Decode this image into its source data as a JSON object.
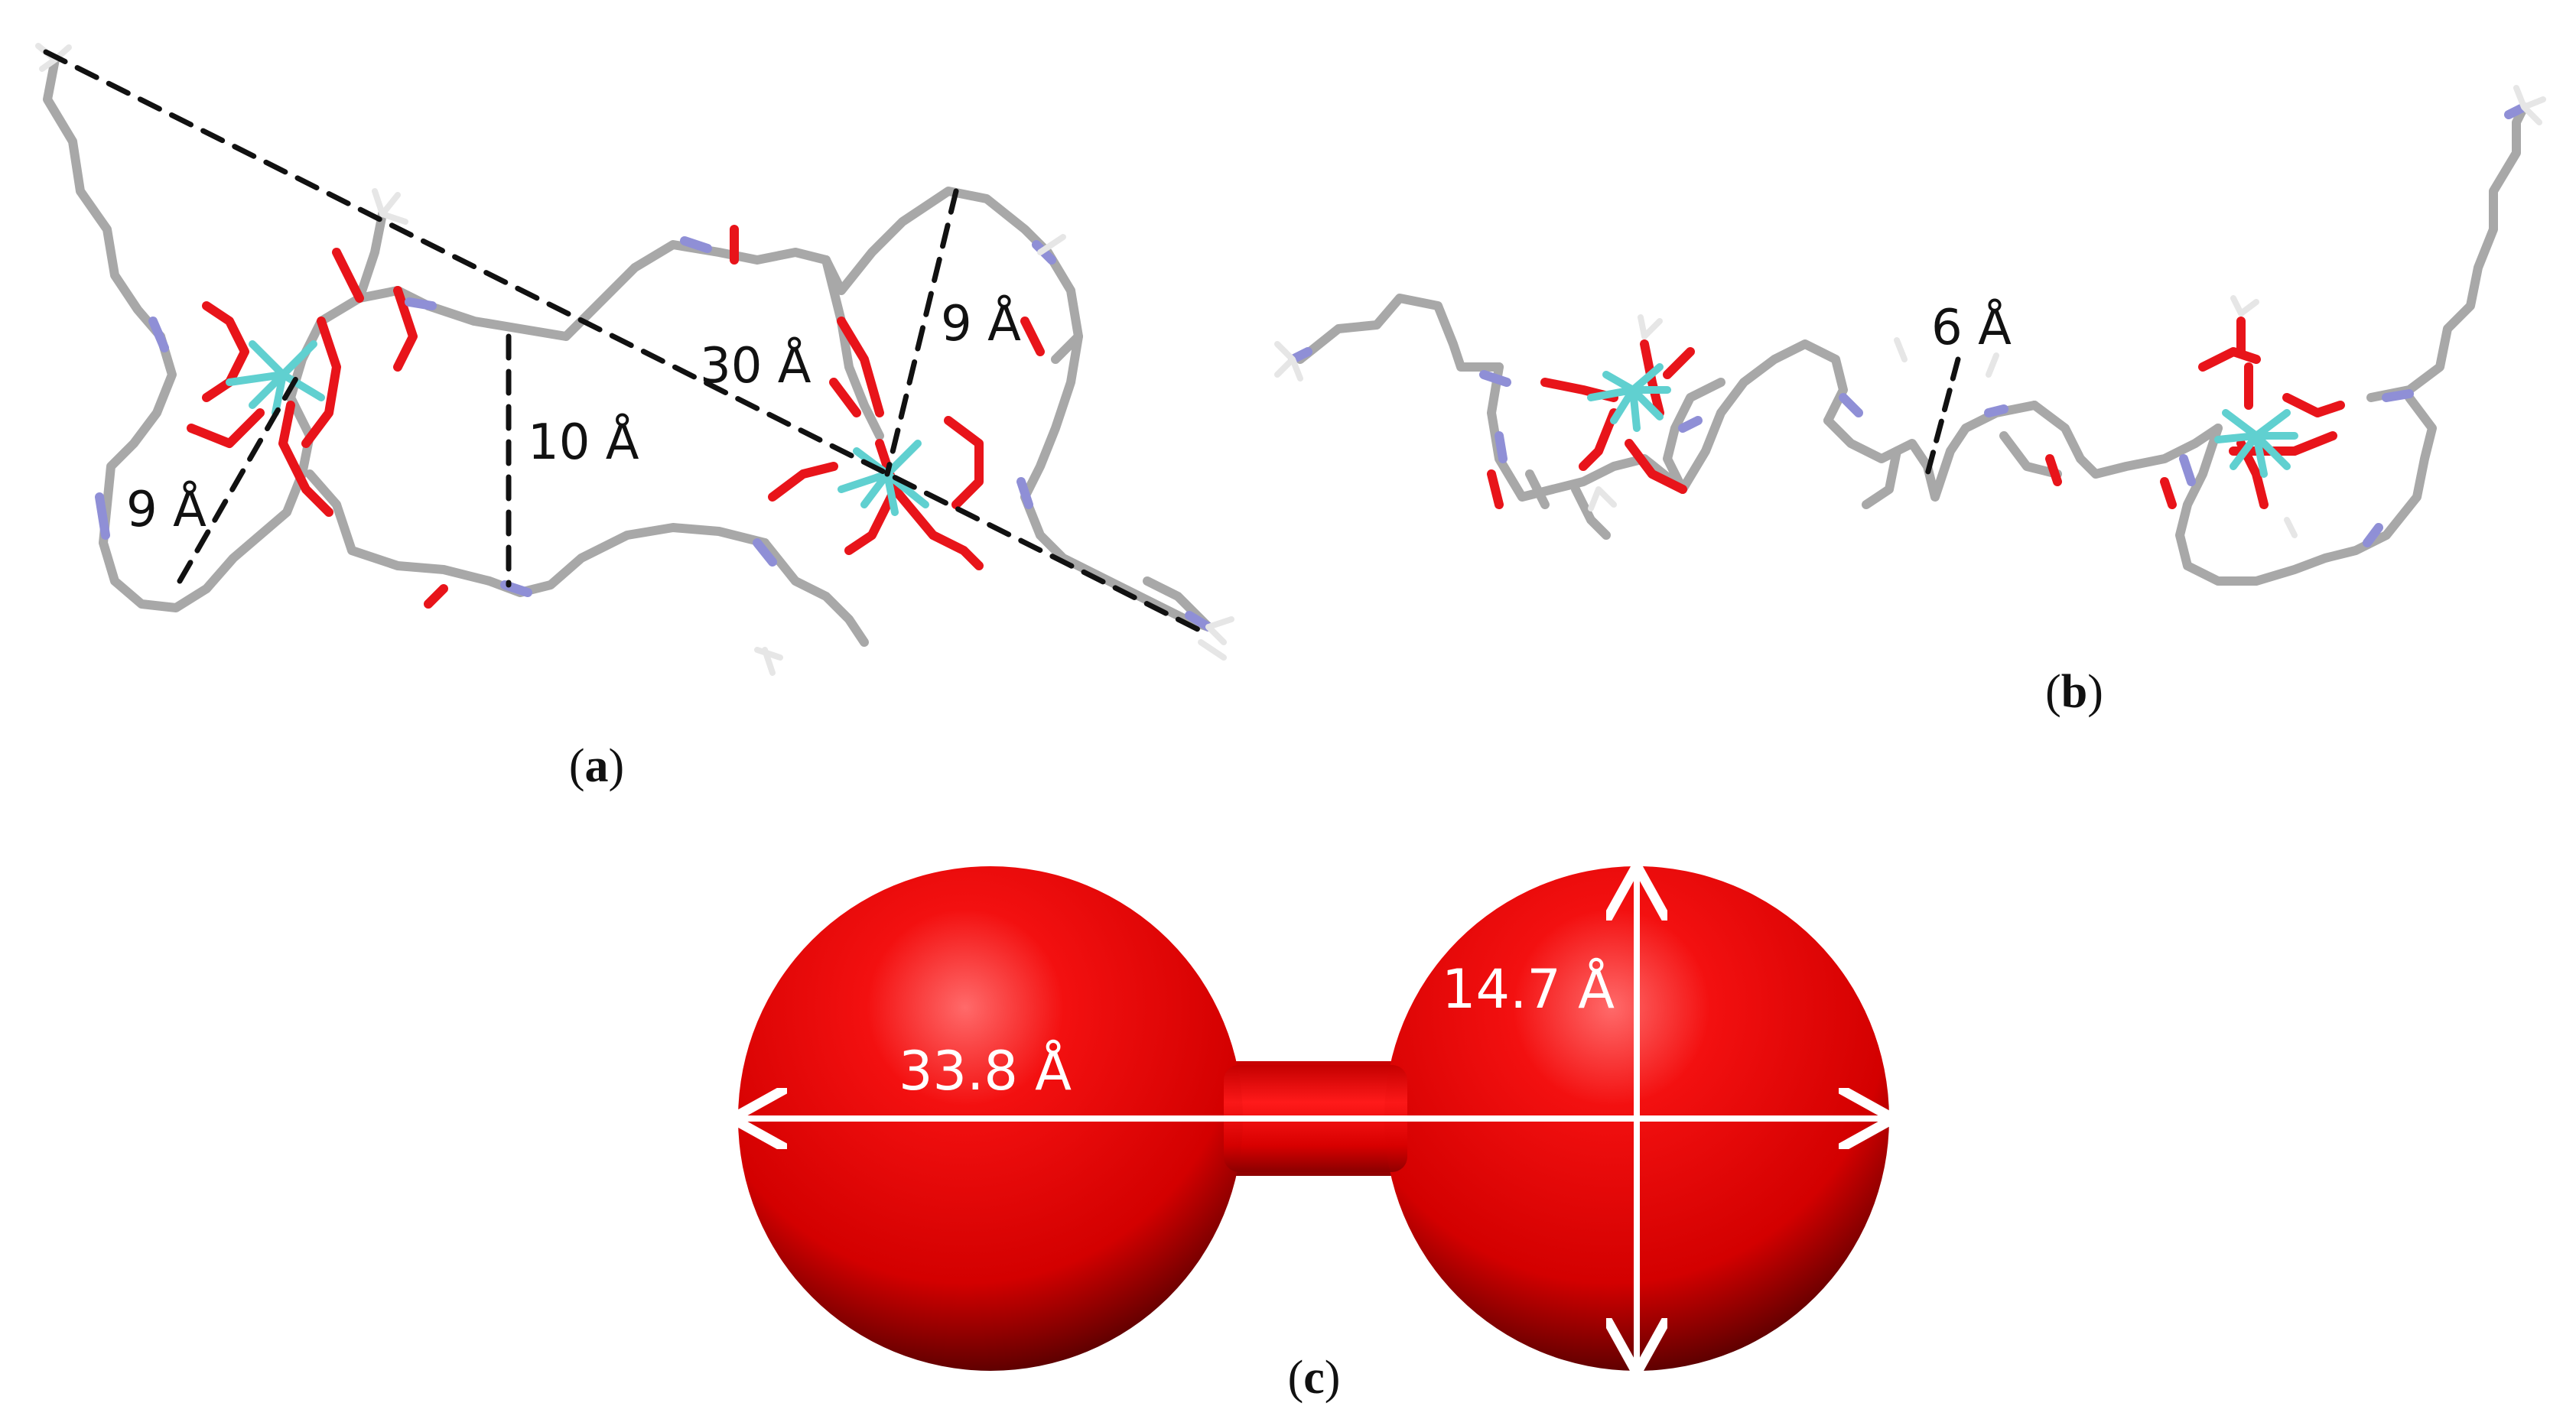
{
  "panels": {
    "a": {
      "label_open": "(",
      "label_letter": "a",
      "label_close": ")",
      "distances": {
        "left_ring": "9 Å",
        "gap": "10 Å",
        "diagonal": "30 Å",
        "right_ring": "9 Å"
      }
    },
    "b": {
      "label_open": "(",
      "label_letter": "b",
      "label_close": ")",
      "distances": {
        "center": "6 Å"
      }
    },
    "c": {
      "label_open": "(",
      "label_letter": "c",
      "label_close": ")",
      "length": "33.8 Å",
      "diameter": "14.7 Å"
    }
  },
  "colors": {
    "carbon": "#a8a8a8",
    "oxygen": "#e8141a",
    "nitrogen": "#8f8fd6",
    "metal": "#60d0d0",
    "hydrogen": "#e6e6e6",
    "sphere": "#e00000"
  }
}
